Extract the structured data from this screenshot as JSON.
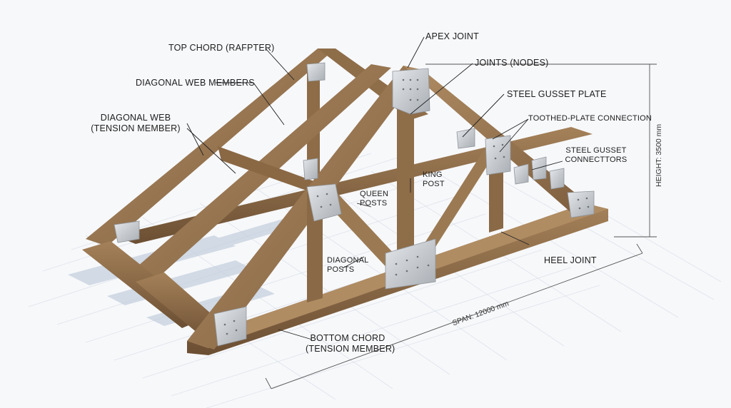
{
  "labels": {
    "top_chord": "TOP CHORD (RAFPTER)",
    "apex_joint": "APEX JOINT",
    "joints_nodes": "JOINTS (NODES)",
    "diagonal_web_members": "DIAGONAL WEB MEMBERS",
    "steel_gusset_plate": "STEEL GUSSET PLATE",
    "diagonal_web_line1": "DIAGONAL WEB",
    "diagonal_web_line2": "(TENSION MEMBER)",
    "toothed_plate": "TOOTHED-PLATE CONNECTION",
    "steel_gusset_conn_line1": "STEEL GUSSET",
    "steel_gusset_conn_line2": "CONNECTTORS",
    "king_post_line1": "KING",
    "king_post_line2": "POST",
    "queen_posts_line1": "QUEEN",
    "queen_posts_line2": "POSTS",
    "diagonal_posts_line1": "DIAGONAL",
    "diagonal_posts_line2": "POSTS",
    "heel_joint": "HEEL JOINT",
    "bottom_chord_line1": "BOTTOM CHORD",
    "bottom_chord_line2": "(TENSION MEMBER)"
  },
  "dimensions": {
    "height": "HEIGHT: 3500 mm",
    "span": "SPAN: 12000 mm"
  },
  "colors": {
    "wood": "#9a7a55",
    "wood_dark": "#6e5236",
    "wood_light": "#b69670",
    "steel": "#c8ccd0",
    "grid": "#dde2ea",
    "shadow": "#c5d0de"
  }
}
